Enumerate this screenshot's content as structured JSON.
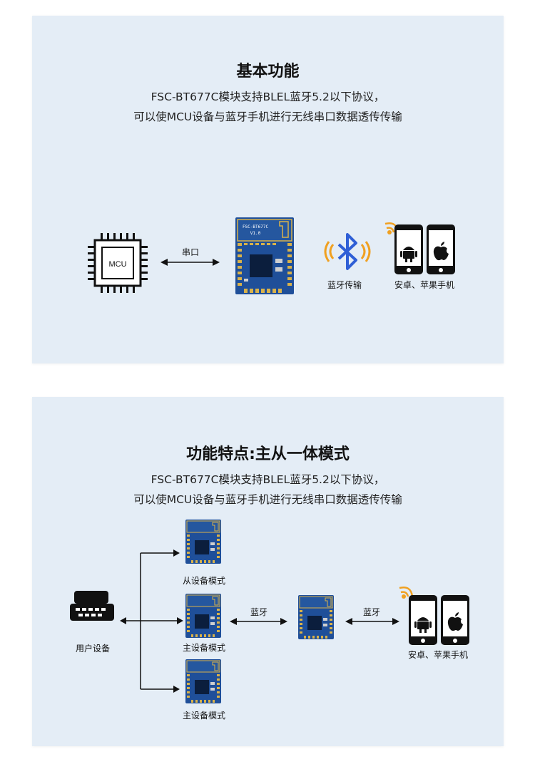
{
  "section1": {
    "title": "基本功能",
    "desc_line1": "FSC-BT677C模块支持BLEL蓝牙5.2以下协议，",
    "desc_line2": "可以使MCU设备与蓝牙手机进行无线串口数据透传传输",
    "mcu_label": "MCU",
    "serial_label": "串口",
    "module_name": "FSC-BT677C",
    "module_version": "V1.0",
    "bt_label": "蓝牙传输",
    "phone_label": "安卓、苹果手机"
  },
  "section2": {
    "title": "功能特点:主从一体模式",
    "desc_line1": "FSC-BT677C模块支持BLEL蓝牙5.2以下协议，",
    "desc_line2": "可以使MCU设备与蓝牙手机进行无线串口数据透传传输",
    "user_device_label": "用户设备",
    "slave_mode_label": "从设备模式",
    "master_mode_label_1": "主设备模式",
    "master_mode_label_2": "主设备模式",
    "bt_label_left": "蓝牙",
    "bt_label_right": "蓝牙",
    "phone_label": "安卓、苹果手机"
  },
  "colors": {
    "card_bg": "#e4edf6",
    "pcb_blue": "#1f4f99",
    "gold": "#d9b24a",
    "bluetooth_blue": "#2f5fd6",
    "signal_orange": "#f0a020"
  }
}
